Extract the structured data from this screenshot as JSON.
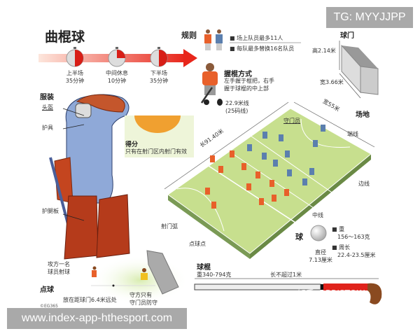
{
  "badge": "TG: MYYJJPP",
  "title": "曲棍球",
  "timeline": [
    {
      "label": "上半场",
      "value": "35分钟",
      "fraction": 0.5
    },
    {
      "label": "中间休息",
      "value": "10分钟",
      "fraction": 0.25
    },
    {
      "label": "下半场",
      "value": "35分钟",
      "fraction": 0.5
    }
  ],
  "rules": {
    "heading": "规则",
    "items": [
      "场上队员最多11人",
      "每队最多替换16名队员"
    ]
  },
  "grip": {
    "heading": "握棍方式",
    "lines": [
      "左手握于棍把，右手",
      "握于球棍的中上部"
    ]
  },
  "goal": {
    "heading": "球门",
    "height": "高2.14米",
    "width": "宽3.66米"
  },
  "equipment": {
    "heading": "服装",
    "helmet": "头盔",
    "protector": "护具",
    "shin_guard": "护腿板"
  },
  "scoring": {
    "heading": "得分",
    "text": "只有在射门区内射门有效"
  },
  "field": {
    "heading": "场地",
    "line_229": "22.9米线",
    "line_25yd": "(25码线)",
    "width": "宽55米",
    "length": "长91.40米",
    "goalkeeper": "守门员",
    "end_line": "端线",
    "side_line": "边线",
    "center_line": "中线",
    "shooting_arc": "射门弧",
    "penalty_spot": "点球点"
  },
  "ball": {
    "heading": "球",
    "diameter_label": "直径",
    "diameter": "7.13厘米",
    "weight_label": "重",
    "weight": "156～163克",
    "circ_label": "周长",
    "circ": "22.4-23.5厘米"
  },
  "stick": {
    "heading": "球棍",
    "weight": "重340-794克",
    "length": "长不超过1米"
  },
  "penalty": {
    "heading": "点球",
    "attacker": [
      "攻方一名",
      "球员射球"
    ],
    "position": "放在距球门6.4米远处",
    "defender": [
      "守方只有",
      "守门员防守"
    ],
    "credit": "©EG365"
  },
  "watermark": "知乎 @BRISTOW",
  "website": "www.index-app-hthesport.com",
  "colors": {
    "red": "#e0231c",
    "orange": "#e8602a",
    "blue": "#5b7fae",
    "field": "#c7df8e",
    "banner": "#a9a9a9"
  }
}
